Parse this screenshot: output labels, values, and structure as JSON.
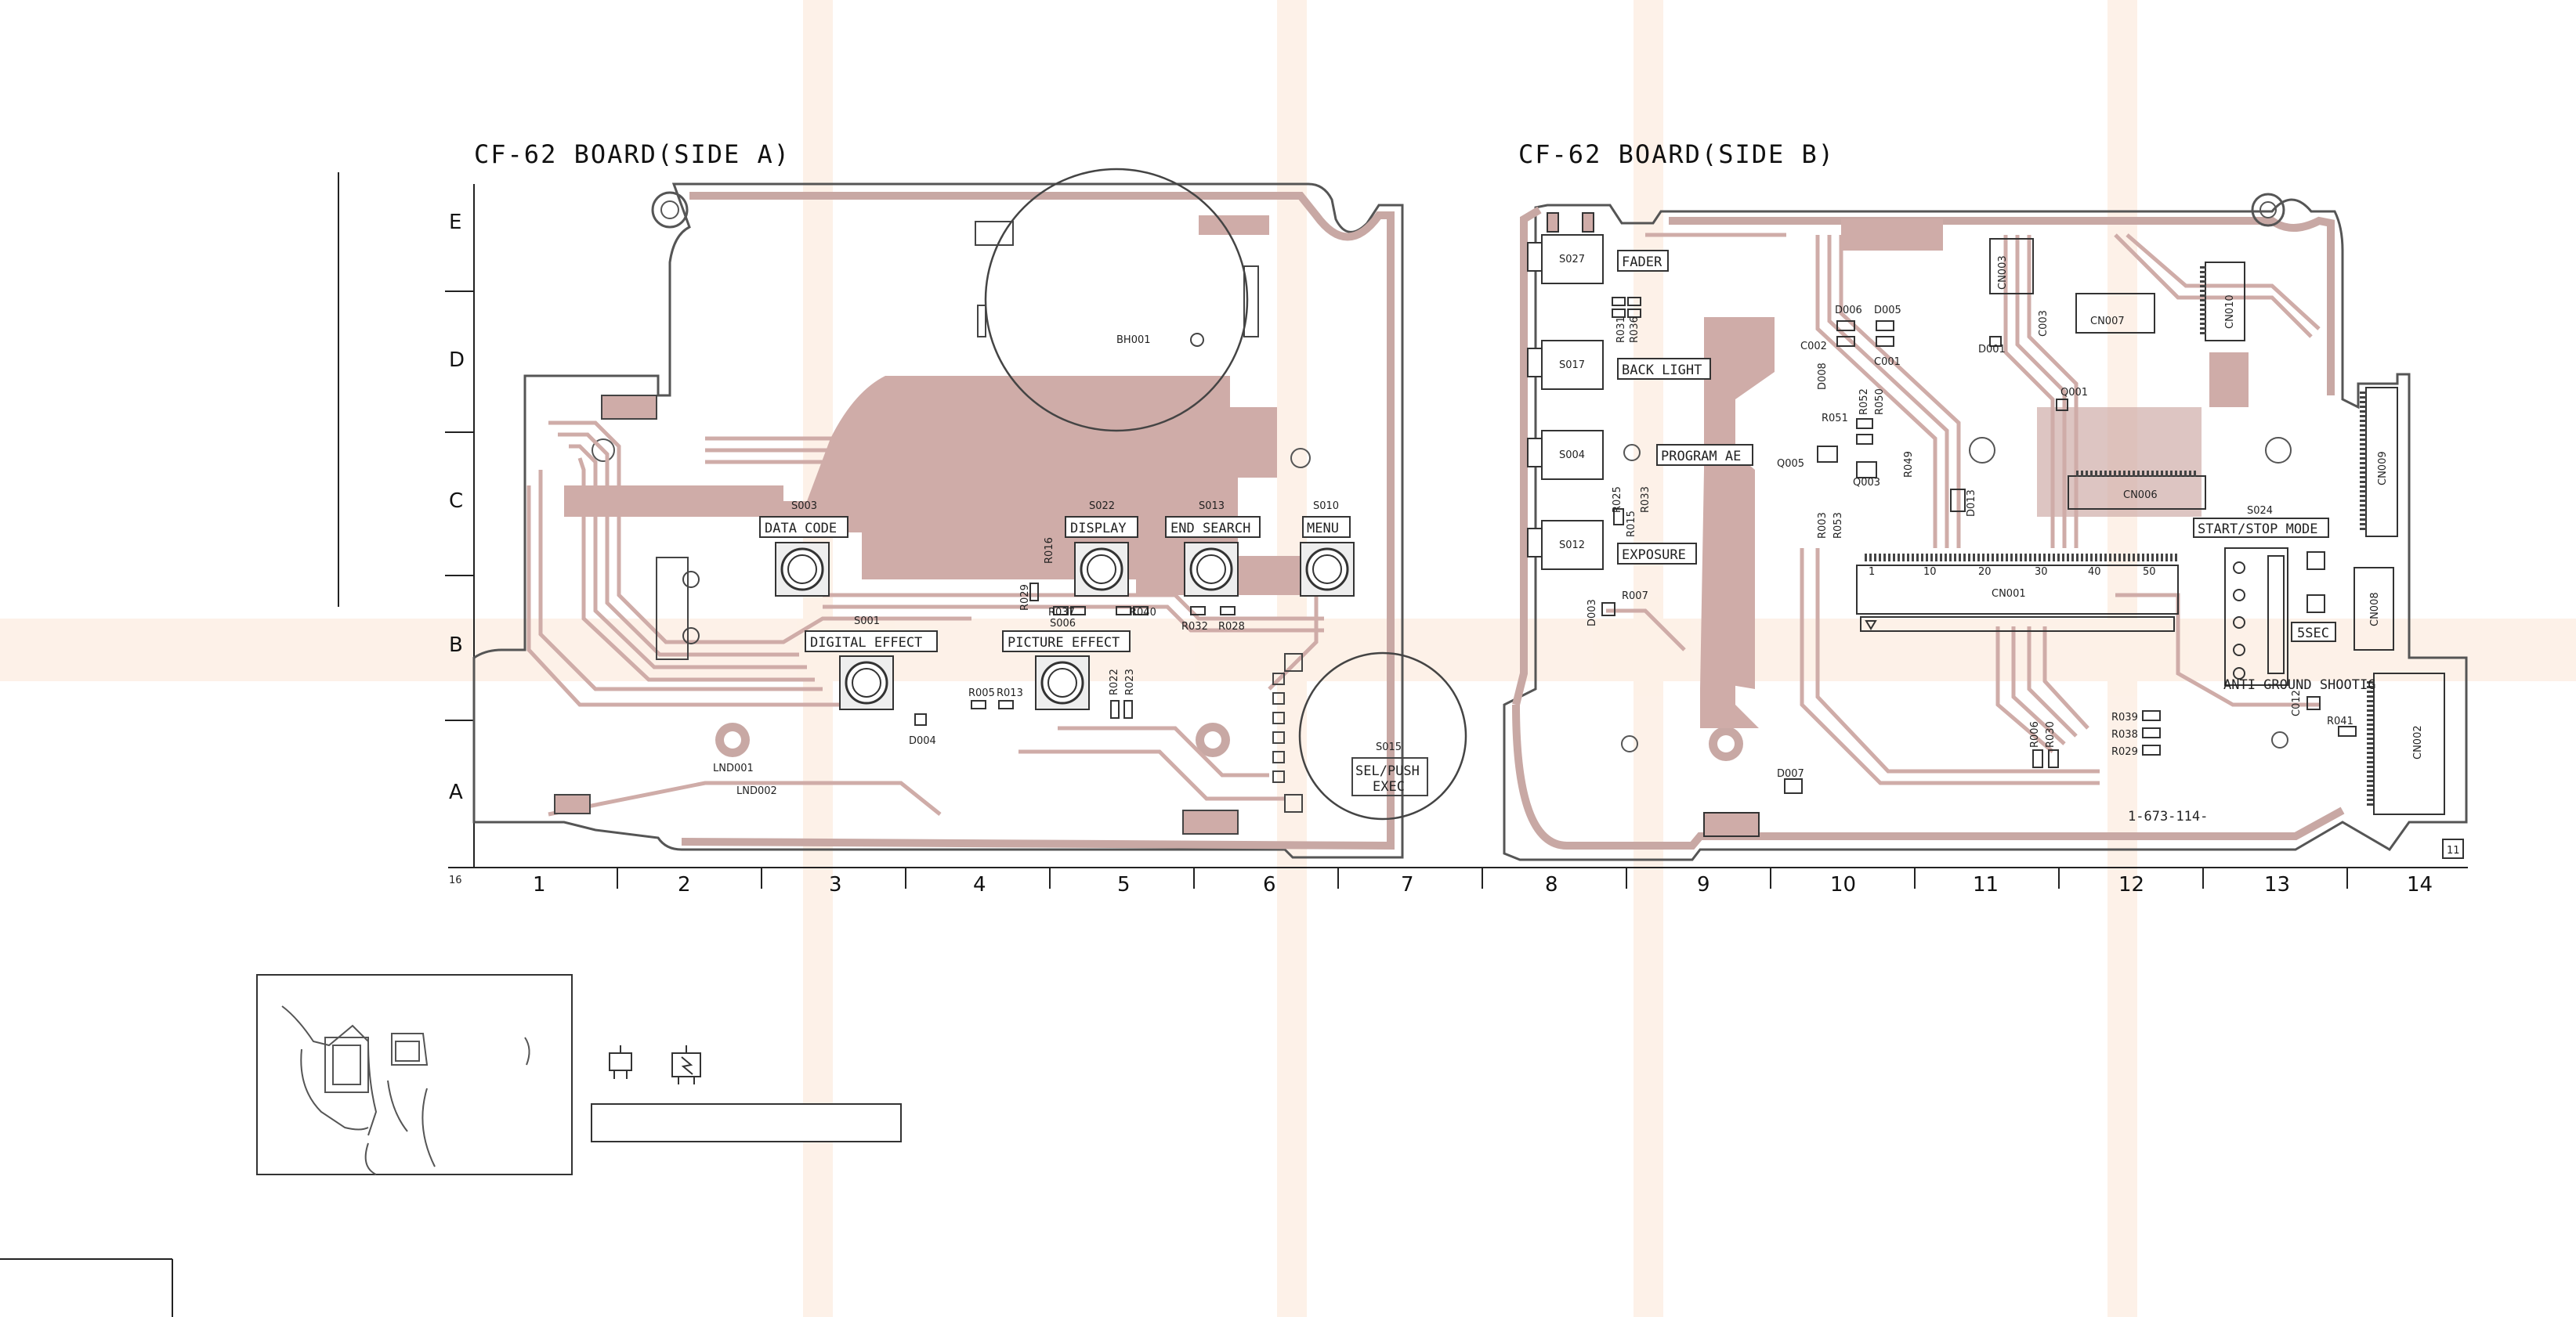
{
  "titles": {
    "side_a": "CF-62 BOARD(SIDE A)",
    "side_b": "CF-62 BOARD(SIDE B)"
  },
  "row_labels": [
    "E",
    "D",
    "C",
    "B",
    "A"
  ],
  "column_labels": [
    "1",
    "2",
    "3",
    "4",
    "5",
    "6",
    "7",
    "8",
    "9",
    "10",
    "11",
    "12",
    "13",
    "14"
  ],
  "page_marker": "16",
  "board_number": "1-673-114-",
  "board_tag": "11",
  "side_a": {
    "switches": [
      {
        "ref": "S003",
        "label": "DATA CODE"
      },
      {
        "ref": "S022",
        "label": "DISPLAY"
      },
      {
        "ref": "S013",
        "label": "END SEARCH"
      },
      {
        "ref": "S010",
        "label": "MENU"
      },
      {
        "ref": "S001",
        "label": "DIGITAL EFFECT"
      },
      {
        "ref": "S006",
        "label": "PICTURE EFFECT"
      }
    ],
    "battery_holder": "BH001",
    "exec_switch": {
      "ref": "S015",
      "line1": "SEL/PUSH",
      "line2": "EXEC"
    },
    "parts": [
      "R016",
      "R037",
      "R040",
      "R028",
      "R032",
      "R029",
      "R005",
      "R013",
      "R022",
      "R023",
      "D004",
      "LND001",
      "LND002"
    ]
  },
  "side_b": {
    "switches": [
      {
        "ref": "S027",
        "label": "FADER"
      },
      {
        "ref": "S017",
        "label": "BACK LIGHT"
      },
      {
        "ref": "S004",
        "label": "PROGRAM AE"
      },
      {
        "ref": "S012",
        "label": "EXPOSURE"
      }
    ],
    "labels": {
      "start_stop": "START/STOP MODE",
      "start_stop_ref": "S024",
      "ssec": "5SEC",
      "anti_ground": "ANTI GROUND SHOOTIG"
    },
    "connectors": [
      "CN001",
      "CN002",
      "CN003",
      "CN006",
      "CN007",
      "CN008",
      "CN009",
      "CN010"
    ],
    "parts": [
      "D006",
      "D005",
      "C002",
      "C001",
      "D001",
      "C003",
      "Q001",
      "D008",
      "R051",
      "R052",
      "R050",
      "Q005",
      "Q003",
      "R049",
      "R031",
      "R036",
      "R025",
      "R015",
      "R033",
      "R007",
      "D003",
      "R003",
      "R053",
      "D013",
      "R039",
      "R038",
      "R029",
      "R041",
      "C012",
      "R006",
      "R030",
      "D007"
    ],
    "pin_numbers": [
      "1",
      "10",
      "20",
      "30",
      "40",
      "50"
    ]
  }
}
